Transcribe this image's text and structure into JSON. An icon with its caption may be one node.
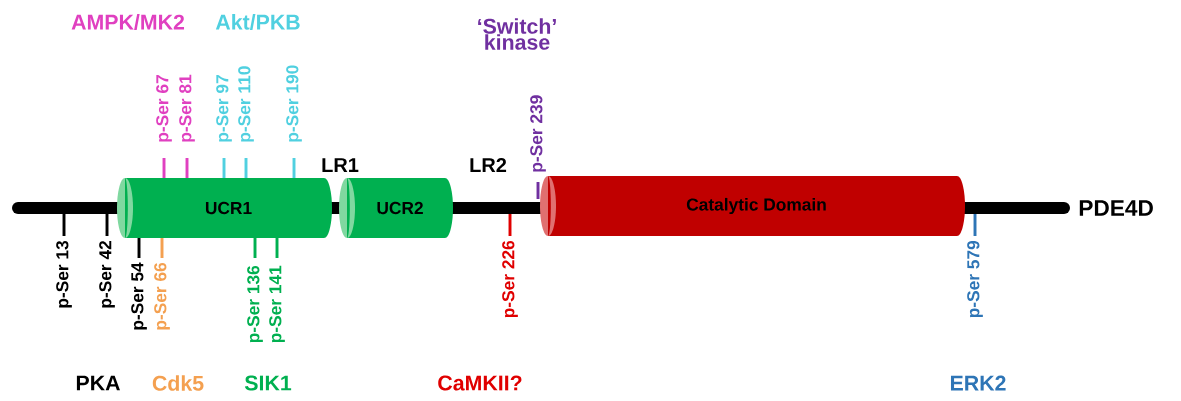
{
  "diagram": {
    "nodes": [
      {
        "text": [
          "UCR1"
        ]
      },
      {
        "text": [
          "UCR2"
        ]
      },
      {
        "text": [
          "Catalytic Domain"
        ]
      }
    ],
    "labels": [
      "AMPK/MK2",
      "Akt/PKB",
      "‘Switch’ kinase",
      "p-Ser 67",
      "p-Ser 81",
      "p-Ser 97",
      "p-Ser 110",
      "p-Ser 190",
      "p-Ser 239",
      "LR1",
      "LR2",
      "PDE4D",
      "p-Ser 13",
      "p-Ser 42",
      "p-Ser 54",
      "p-Ser 66",
      "p-Ser 136",
      "p-Ser 141",
      "p-Ser 226",
      "p-Ser 579",
      "PKA",
      "Cdk5",
      "SIK1",
      "CaMKII?",
      "ERK2"
    ]
  }
}
